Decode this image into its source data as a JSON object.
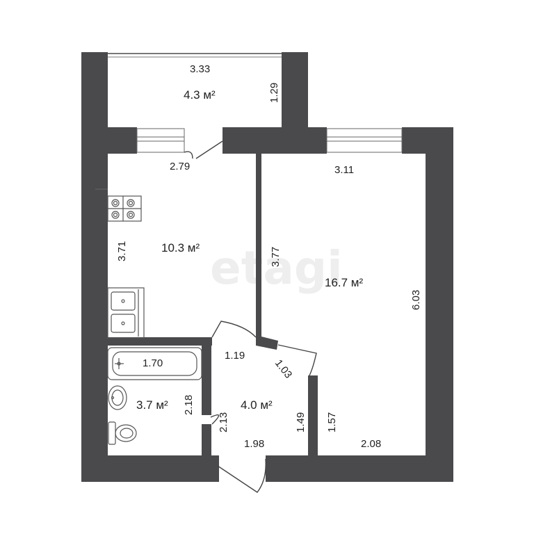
{
  "watermark": "etagi",
  "rooms": {
    "balcony": {
      "area": "4.3 м²",
      "width": "3.33",
      "depth": "1.29"
    },
    "kitchen": {
      "area": "10.3 м²",
      "width": "2.79",
      "height": "3.71"
    },
    "living": {
      "area": "16.7 м²",
      "width": "3.11",
      "height_left": "3.77",
      "height_right": "6.03",
      "bottom": "2.08",
      "lower_left": "1.57"
    },
    "bathroom": {
      "area": "3.7 м²",
      "tub": "1.70",
      "height": "2.18"
    },
    "hall": {
      "area": "4.0 м²",
      "top": "1.19",
      "diagonal": "1.03",
      "left": "2.13",
      "right": "1.49",
      "bottom": "1.98"
    }
  },
  "colors": {
    "wall": "#4a4a4d",
    "fixture": "#555555",
    "floor": "#ffffff"
  }
}
